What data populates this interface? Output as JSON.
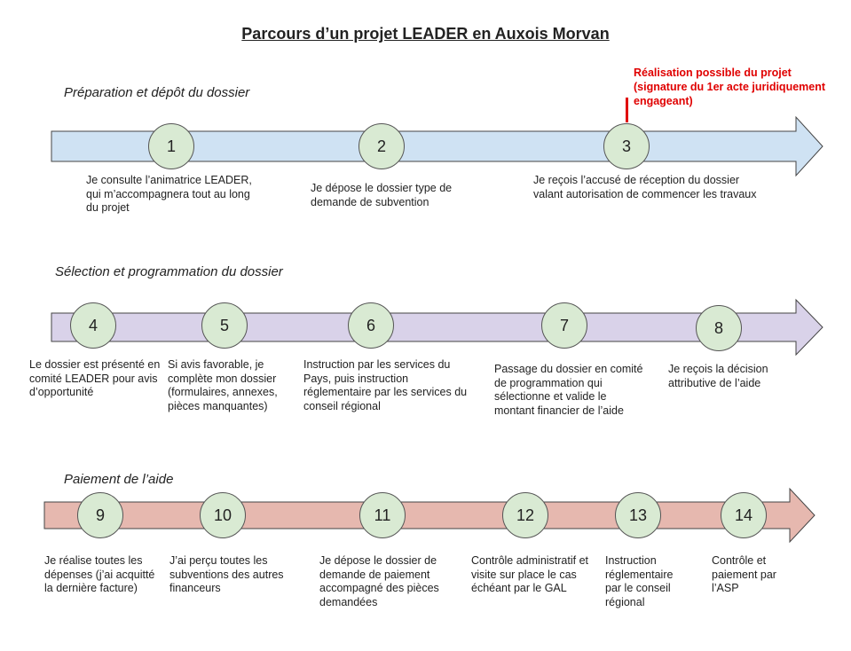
{
  "title": "Parcours d’un projet LEADER en Auxois Morvan",
  "colors": {
    "arrow1": "#cfe2f3",
    "arrow2": "#d9d2e9",
    "arrow3": "#e6b8af",
    "circle": "#d9ead3",
    "note": "#e00000"
  },
  "note": "Réalisation possible du projet (signature du 1er acte juridiquement engageant)",
  "sections": [
    {
      "label": "Préparation et dépôt du dossier",
      "steps": [
        {
          "num": "1",
          "text": "Je consulte l’animatrice LEADER, qui m’accompagnera tout au long du projet"
        },
        {
          "num": "2",
          "text": "Je dépose le dossier type de demande de subvention"
        },
        {
          "num": "3",
          "text": "Je reçois l’accusé de réception du dossier valant autorisation de commencer les travaux"
        }
      ]
    },
    {
      "label": "Sélection et programmation du dossier",
      "steps": [
        {
          "num": "4",
          "text": "Le dossier est présenté en comité LEADER pour avis d’opportunité"
        },
        {
          "num": "5",
          "text": "Si avis favorable, je complète mon dossier (formulaires, annexes, pièces manquantes)"
        },
        {
          "num": "6",
          "text": "Instruction par les services du Pays, puis instruction réglementaire par les services du conseil régional"
        },
        {
          "num": "7",
          "text": "Passage du dossier en comité de programmation qui sélectionne et valide le montant financier de l’aide"
        },
        {
          "num": "8",
          "text": "Je reçois la décision attributive de l’aide"
        }
      ]
    },
    {
      "label": "Paiement de l’aide",
      "steps": [
        {
          "num": "9",
          "text": "Je réalise toutes les dépenses (j’ai acquitté la dernière facture)"
        },
        {
          "num": "10",
          "text": "J’ai perçu toutes les subventions des autres financeurs"
        },
        {
          "num": "11",
          "text": "Je dépose le dossier de demande de paiement accompagné des pièces demandées"
        },
        {
          "num": "12",
          "text": "Contrôle administratif et visite sur place le cas échéant par le GAL"
        },
        {
          "num": "13",
          "text": "Instruction réglementaire par le conseil régional"
        },
        {
          "num": "14",
          "text": "Contrôle et paiement par l’ASP"
        }
      ]
    }
  ]
}
